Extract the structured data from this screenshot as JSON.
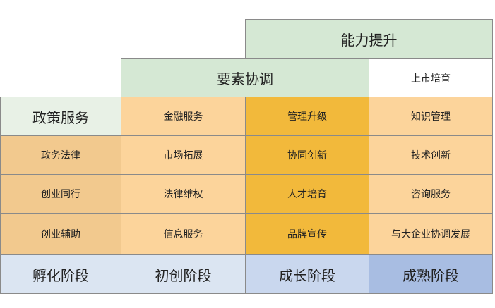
{
  "header": {
    "top": "能力提升",
    "middle": "要素协调",
    "side": "上市培育"
  },
  "rows": [
    [
      "政策服务",
      "金融服务",
      "管理升级",
      "知识管理"
    ],
    [
      "政务法律",
      "市场拓展",
      "协同创新",
      "技术创新"
    ],
    [
      "创业同行",
      "法律维权",
      "人才培育",
      "咨询服务"
    ],
    [
      "创业辅助",
      "信息服务",
      "品牌宣传",
      "与大企业协调发展"
    ]
  ],
  "stages": [
    "孵化阶段",
    "初创阶段",
    "成长阶段",
    "成熟阶段"
  ]
}
